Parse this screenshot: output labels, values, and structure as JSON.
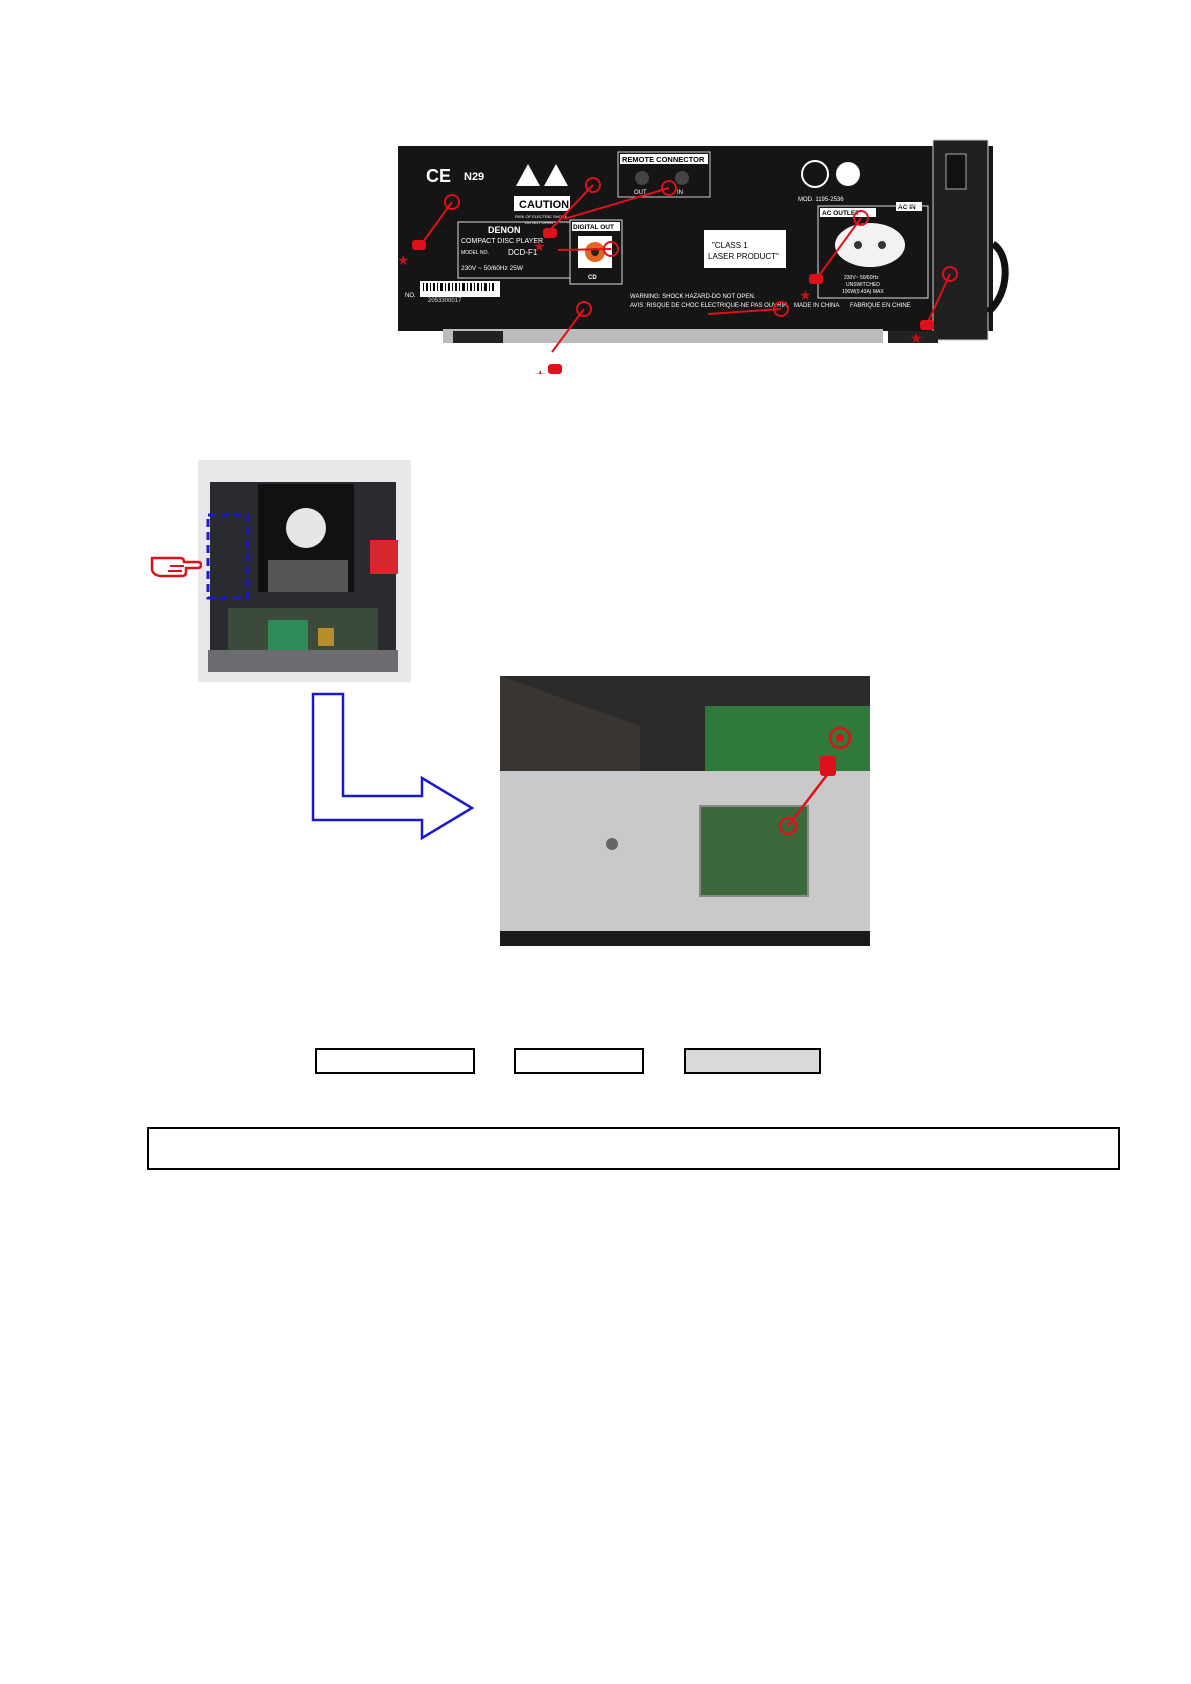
{
  "rear_panel": {
    "ce_mark": "CE",
    "n29": "N29",
    "caution": "CAUTION",
    "caution_sub1": "RISK OF ELECTRIC SHOCK",
    "caution_sub2": "DO NOT OPEN",
    "remote_connector": "REMOTE CONNECTOR",
    "remote_out": "OUT",
    "remote_in": "IN",
    "brand": "DENON",
    "product": "COMPACT DISC PLAYER",
    "model_label": "MODEL NO.",
    "model": "DCD-F1",
    "power": "230V ~  50/60Hz  25W",
    "digital_out": "DIGITAL OUT",
    "cd": "CD",
    "serial_prefix": "NO.",
    "serial": "2053300017",
    "laser_line1": "\"CLASS 1",
    "laser_line2": "LASER PRODUCT\"",
    "cert": "MOD. 1195-2536",
    "ac_in": "AC IN",
    "ac_outlet": "AC OUTLET",
    "outlet_spec1": "230V~ 50/60Hz",
    "outlet_spec2": "UNSWITCHED",
    "outlet_spec3": "100W(0.43A) MAX",
    "warning1": "WARNING: SHOCK HAZARD-DO NOT OPEN.",
    "warning2": "AVIS :RISQUE DE CHOC ELECTRIQUE-NE PAS OUVRIR.",
    "made_in": "MADE IN CHINA",
    "fabrique": "FABRIQUE EN CHINE"
  },
  "colors": {
    "screw_red": "#e0101a",
    "arrow_blue": "#1a1acc",
    "dash_blue": "#1a1acc"
  }
}
